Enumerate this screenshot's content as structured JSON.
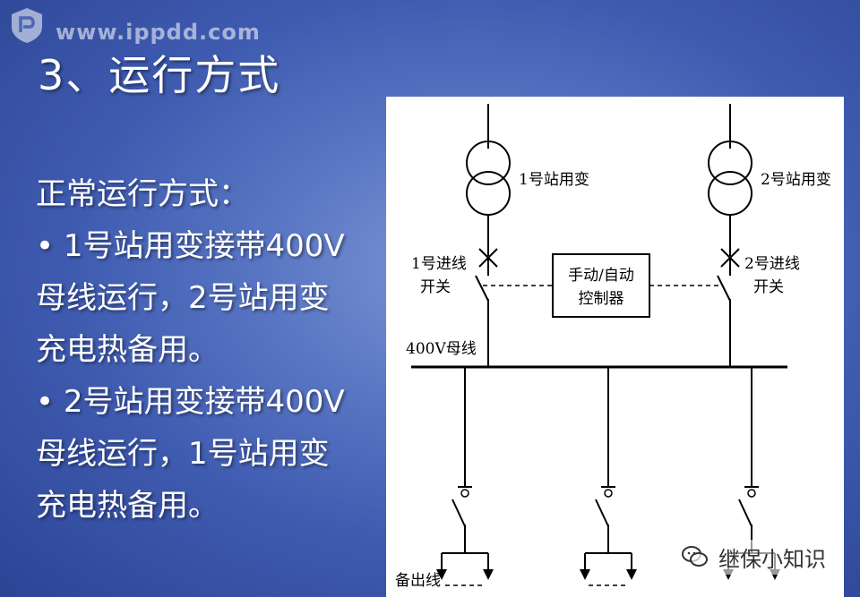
{
  "watermark": {
    "url": "www.ippdd.com",
    "logo": "ippdd-logo-icon"
  },
  "title": "3、运行方式",
  "body": {
    "heading": "正常运行方式：",
    "bullets": [
      {
        "marker": "•",
        "line1": "1号站用变接带400V",
        "line2": "母线运行，2号站用变",
        "line3": "充电热备用。"
      },
      {
        "marker": "•",
        "line1": "2号站用变接带400V",
        "line2": "母线运行，1号站用变",
        "line3": "充电热备用。"
      }
    ]
  },
  "diagram": {
    "transformer_1": "1号站用变",
    "transformer_2": "2号站用变",
    "switch_1_line1": "1号进线",
    "switch_1_line2": "开关",
    "switch_2_line1": "2号进线",
    "switch_2_line2": "开关",
    "controller_line1": "手动/自动",
    "controller_line2": "控制器",
    "bus": "400V母线",
    "outgoing": "备出线"
  },
  "footer": {
    "text": "继保小知识",
    "icon": "wechat-icon"
  }
}
